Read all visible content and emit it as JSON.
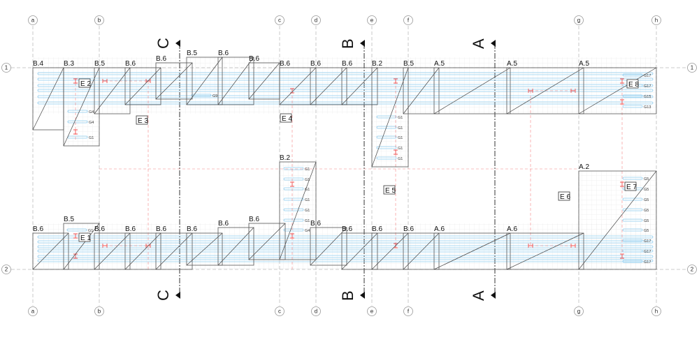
{
  "grid": {
    "columns": [
      "a",
      "b",
      "c",
      "d",
      "e",
      "f",
      "g",
      "h"
    ],
    "rows": [
      "1",
      "2"
    ]
  },
  "sections": [
    "C",
    "B",
    "A"
  ],
  "panels_top": [
    "B.4",
    "B.3",
    "B.5",
    "B.6",
    "B.6",
    "B.5",
    "B.6",
    "B.6",
    "B.6",
    "B.6",
    "B.6",
    "B.2",
    "B.5",
    "A.5",
    "A.5",
    "A.5"
  ],
  "panels_bottom": [
    "B.6",
    "B.5",
    "B.6",
    "B.6",
    "B.6",
    "B.6",
    "B.6",
    "B.6",
    "B.2",
    "B.6",
    "B.6",
    "B.6",
    "B.6",
    "A.6",
    "A.6",
    "A.2"
  ],
  "tags": [
    "E 1",
    "E 2",
    "E 3",
    "E 4",
    "E 5",
    "E 6",
    "E 7",
    "E 8"
  ],
  "bar_labels": {
    "top_left": [
      "G4",
      "G4",
      "G1"
    ],
    "top_mid": [
      "G9"
    ],
    "shaft_f": [
      "G1",
      "G1",
      "G1",
      "G1",
      "G1"
    ],
    "shaft_c": [
      "G1",
      "G1",
      "G1",
      "G1",
      "G1",
      "G1",
      "G4"
    ],
    "bottom_left": [
      "G1"
    ],
    "top_right": [
      "G17",
      "G17",
      "G15",
      "G13"
    ],
    "bottom_right": [
      "G5",
      "G5",
      "G5",
      "G5",
      "G5",
      "G5",
      "G17",
      "G17",
      "G17"
    ]
  },
  "colors": {
    "rebar": "#8fcdf0",
    "dimension": "#f05050",
    "panel": "#555555",
    "grid": "#999999"
  }
}
